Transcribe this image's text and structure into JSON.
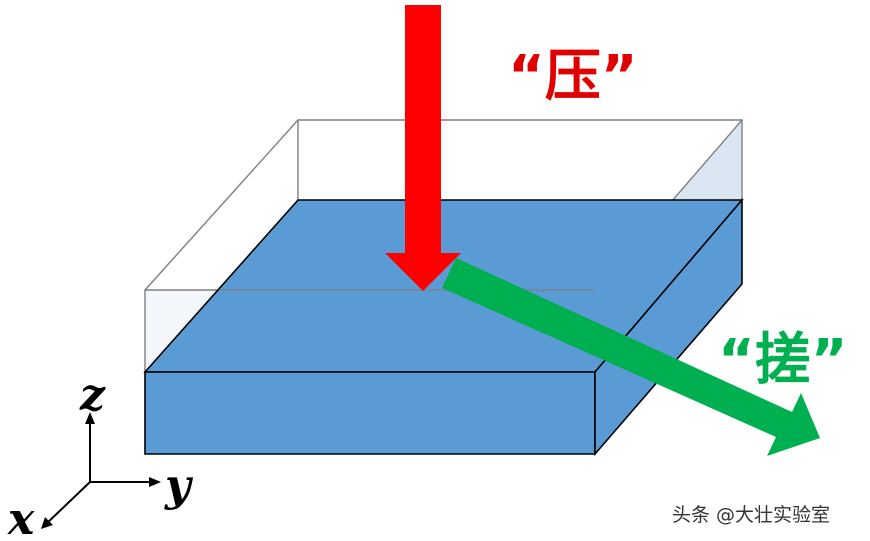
{
  "labels": {
    "press": "“压”",
    "rub": "“搓”"
  },
  "axes": {
    "x": "x",
    "y": "y",
    "z": "z"
  },
  "watermark": "头条 @大壮实验室",
  "colors": {
    "slab_top": "#5b9bd5",
    "slab_front": "#5b9bd5",
    "slab_side": "#5b9bd5",
    "ghost_fill": "#dae6f2",
    "ghost_edge": "#7f7f7f",
    "press_arrow": "#ff0000",
    "rub_arrow": "#00b050",
    "press_label": "#e00000",
    "rub_label": "#00b050"
  }
}
